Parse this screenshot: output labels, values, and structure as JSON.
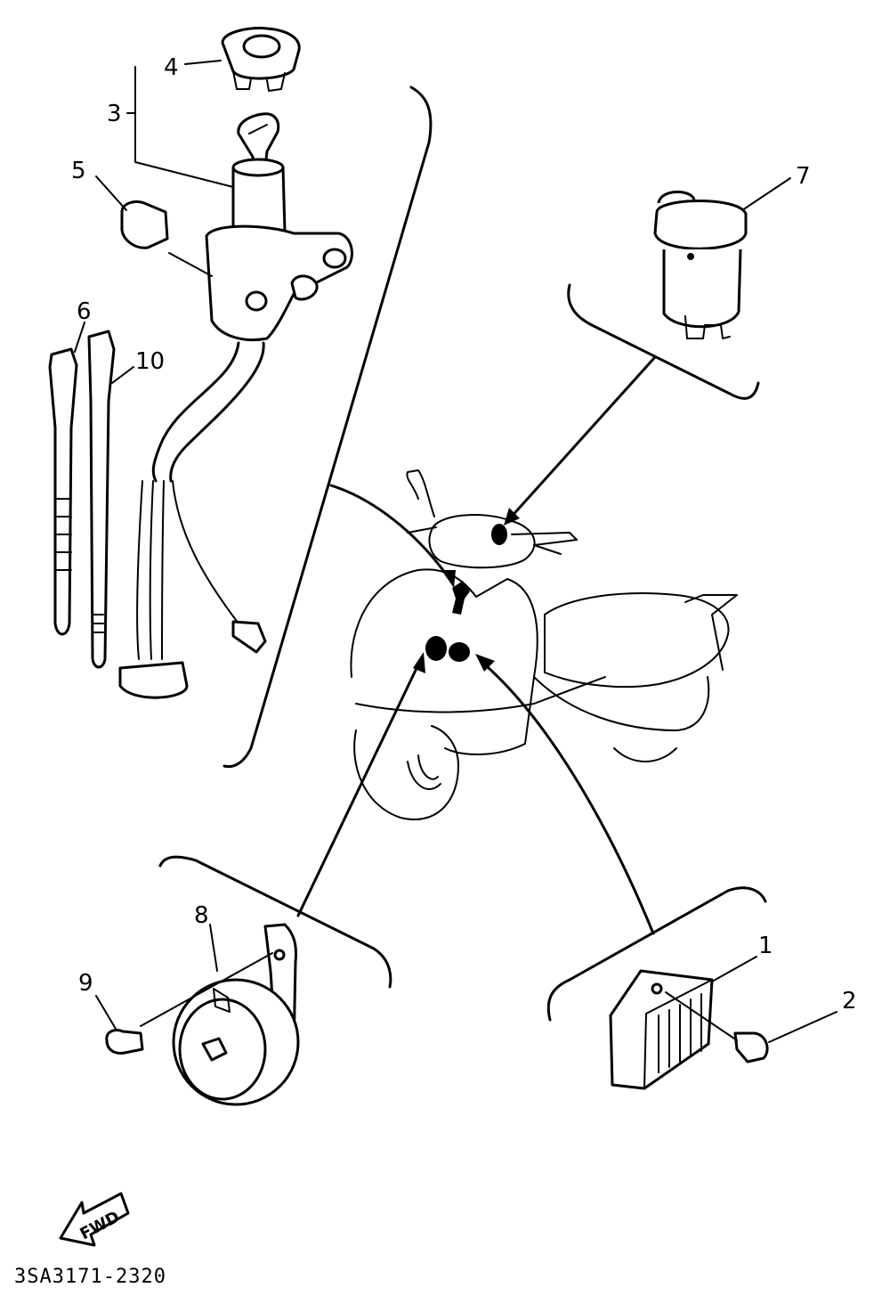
{
  "diagram": {
    "callouts": [
      {
        "id": "1",
        "label": "1"
      },
      {
        "id": "2",
        "label": "2"
      },
      {
        "id": "3",
        "label": "3"
      },
      {
        "id": "4",
        "label": "4"
      },
      {
        "id": "5",
        "label": "5"
      },
      {
        "id": "6",
        "label": "6"
      },
      {
        "id": "7",
        "label": "7"
      },
      {
        "id": "8",
        "label": "8"
      },
      {
        "id": "9",
        "label": "9"
      },
      {
        "id": "10",
        "label": "10"
      }
    ],
    "fwd_label": "FWD",
    "drawing_code": "3SA3171-2320"
  }
}
